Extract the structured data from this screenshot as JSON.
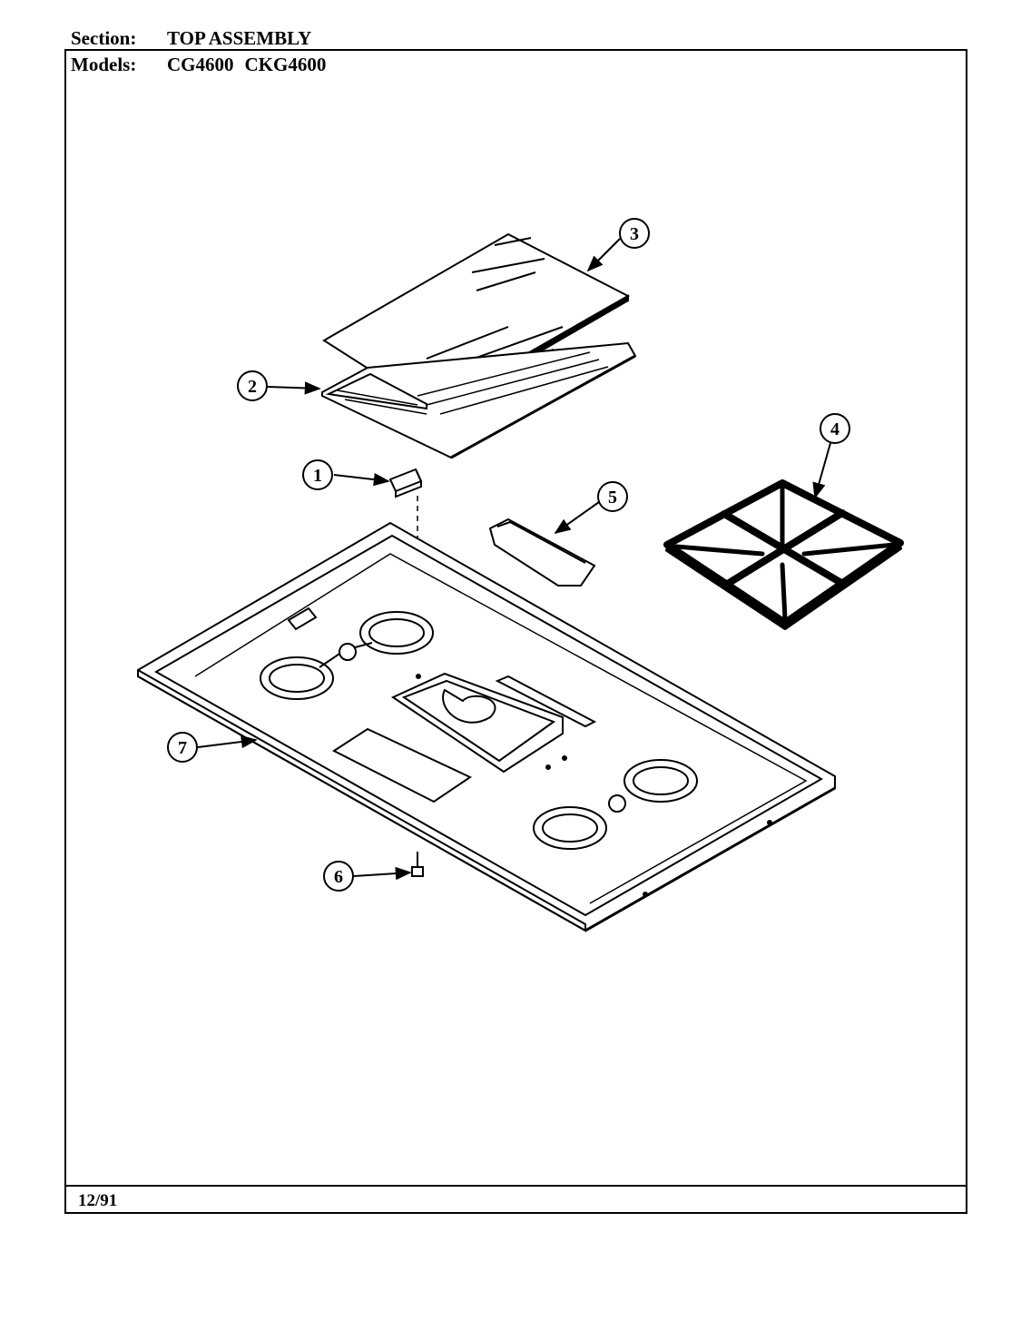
{
  "header": {
    "section_label": "Section:",
    "section_value": "TOP ASSEMBLY",
    "models_label": "Models:",
    "models": [
      "CG4600",
      "CKG4600"
    ]
  },
  "footer": {
    "date": "12/91"
  },
  "callouts": [
    {
      "number": "1",
      "part": "burner-control-block"
    },
    {
      "number": "2",
      "part": "griddle-tray"
    },
    {
      "number": "3",
      "part": "griddle-cover"
    },
    {
      "number": "4",
      "part": "burner-grate"
    },
    {
      "number": "5",
      "part": "drip-tray"
    },
    {
      "number": "6",
      "part": "screw"
    },
    {
      "number": "7",
      "part": "main-top"
    }
  ]
}
